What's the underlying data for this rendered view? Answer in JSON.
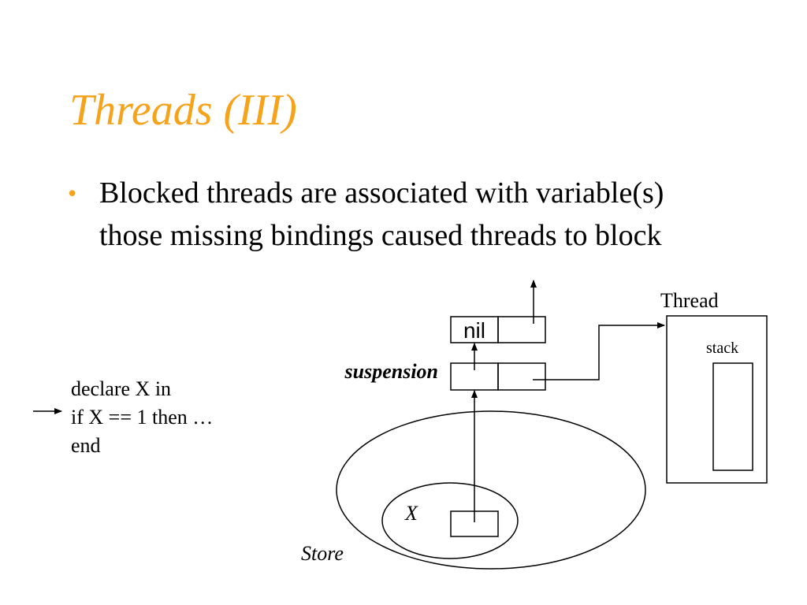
{
  "slide": {
    "title": "Threads (III)",
    "bullet": "Blocked threads are associated with variable(s) those missing bindings caused threads to block",
    "code": [
      "declare X in",
      "if X == 1 then …",
      "end"
    ]
  },
  "diagram": {
    "nil_label": "nil",
    "suspension_label": "suspension",
    "thread_label": "Thread",
    "stack_label": "stack",
    "variable_label": "X",
    "store_label": "Store"
  },
  "colors": {
    "title": "#f5a31a",
    "bullet": "#f5a31a",
    "text": "#000000"
  }
}
